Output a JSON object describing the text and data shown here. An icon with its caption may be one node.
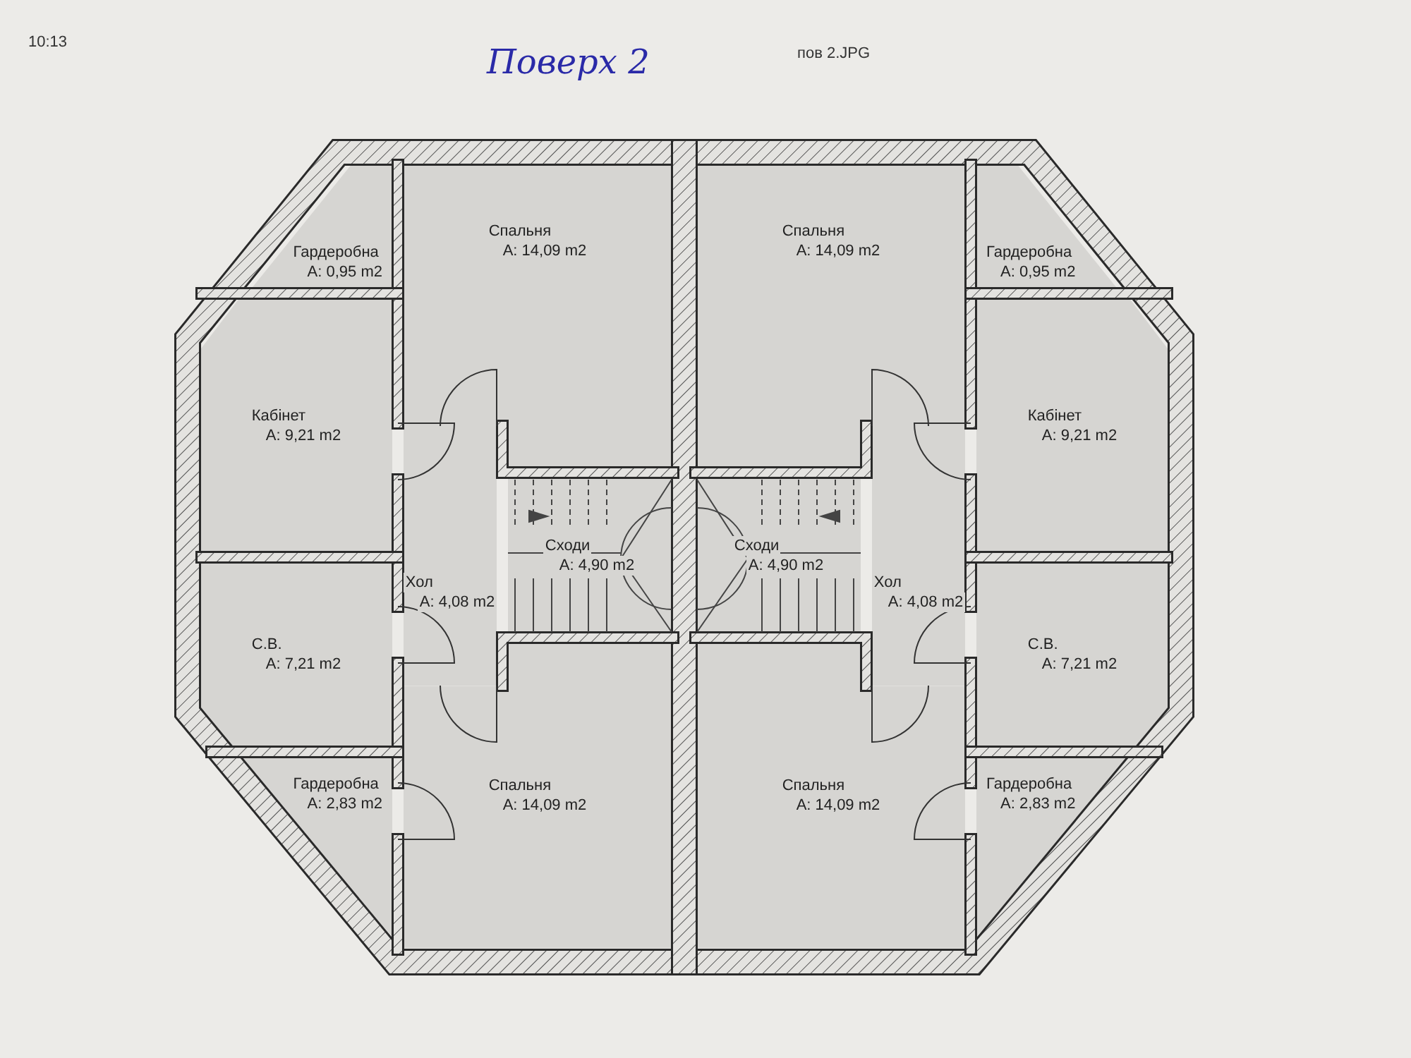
{
  "diagram": {
    "title": "Поверх 2",
    "nodes": [
      {
        "text": [
          "Гардеробна",
          "A: 0,95 m2"
        ]
      },
      {
        "text": [
          "Спальня",
          "A: 14,09 m2"
        ]
      },
      {
        "text": [
          "Спальня",
          "A: 14,09 m2"
        ]
      },
      {
        "text": [
          "Гардеробна",
          "A: 0,95 m2"
        ]
      },
      {
        "text": [
          "Кабінет",
          "A: 9,21 m2"
        ]
      },
      {
        "text": [
          "Кабінет",
          "A: 9,21 m2"
        ]
      },
      {
        "text": [
          "Хол",
          "A: 4,08 m2"
        ]
      },
      {
        "text": [
          "Сходи",
          "A: 4,90 m2"
        ]
      },
      {
        "text": [
          "Сходи",
          "A: 4,90 m2"
        ]
      },
      {
        "text": [
          "Хол",
          "A: 4,08 m2"
        ]
      },
      {
        "text": [
          "С.В.",
          "A: 7,21 m2"
        ]
      },
      {
        "text": [
          "С.В.",
          "A: 7,21 m2"
        ]
      },
      {
        "text": [
          "Гардеробна",
          "A: 2,83 m2"
        ]
      },
      {
        "text": [
          "Спальня",
          "A: 14,09 m2"
        ]
      },
      {
        "text": [
          "Спальня",
          "A: 14,09 m2"
        ]
      },
      {
        "text": [
          "Гардеробна",
          "A: 2,83 m2"
        ]
      }
    ],
    "labels": [
      "10:13",
      "пов 2.JPG"
    ]
  }
}
